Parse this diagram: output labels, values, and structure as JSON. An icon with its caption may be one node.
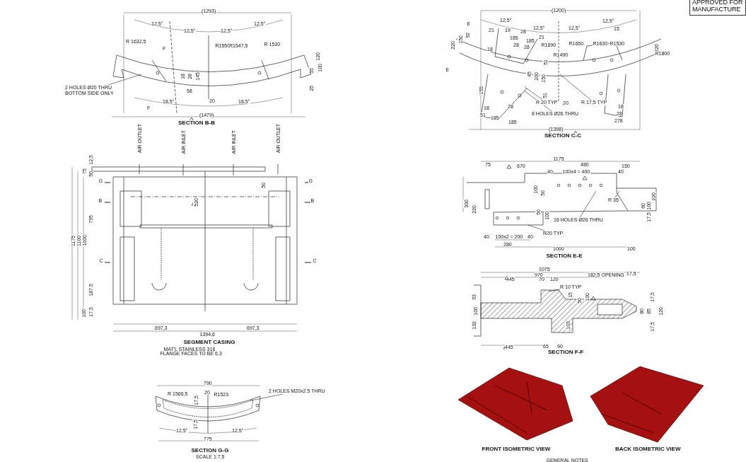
{
  "diagram": {
    "nodes": [
      {
        "text": [
          "2 HOLES Ø20 THRU BOTTOM SIDE ONLY"
        ]
      },
      {
        "text": [
          "8 HOLES Ø26 THRU"
        ]
      },
      {
        "text": [
          "R 20 TYP"
        ]
      },
      {
        "text": [
          "R 17,5 TYP"
        ]
      },
      {
        "text": [
          "16 HOLES Ø26 THRU"
        ]
      },
      {
        "text": [
          "R 35"
        ]
      },
      {
        "text": [
          "R20 TYP"
        ]
      },
      {
        "text": [
          "R 10 TYP"
        ]
      },
      {
        "text": [
          "2 HOLES M20x2.5 THRU"
        ]
      }
    ],
    "edges": [
      {
        "from": 0,
        "to": null,
        "arrow": "none"
      },
      {
        "from": 1,
        "to": null,
        "arrow": "none"
      },
      {
        "from": 2,
        "to": null,
        "arrow": "none"
      },
      {
        "from": 3,
        "to": null,
        "arrow": "none"
      },
      {
        "from": 4,
        "to": null,
        "arrow": "none"
      },
      {
        "from": 5,
        "to": null,
        "arrow": "none"
      },
      {
        "from": 6,
        "to": null,
        "arrow": "none"
      },
      {
        "from": 7,
        "to": null,
        "arrow": "none"
      },
      {
        "from": 8,
        "to": null,
        "arrow": "none"
      }
    ],
    "labels": [
      "APPROVED FOR MANUFACTURE",
      "(1293)",
      "12,5°",
      "12,5°",
      "12,5°",
      "12,5°",
      "R 1632,5",
      "R1550",
      "R1547,5",
      "R 1530",
      "F",
      "F",
      "120",
      "55",
      "100",
      "25",
      "18",
      "28",
      "145",
      "58",
      "18,5°",
      "20",
      "18,5°",
      "(1479)",
      "SECTION B-B",
      "(1200)",
      "12,5°",
      "12,5°",
      "12,5°",
      "12,5°",
      "E",
      "E",
      "21",
      "19",
      "28",
      "185",
      "185",
      "28",
      "28",
      "18",
      "21",
      "R1690",
      "R1490",
      "R1650",
      "R1630",
      "R1530",
      "220",
      "R1800",
      "15",
      "220",
      "150",
      "92",
      "51",
      "45",
      "200",
      "150",
      "51",
      "155",
      "18",
      "28",
      "278",
      "18",
      "28",
      "51",
      "185",
      "185",
      "20",
      "(1398)",
      "SECTION C-C",
      "AIR OUTLET",
      "AIR INLET",
      "AIR INLET",
      "AIR OUTLET",
      "1175",
      "1100",
      "1000",
      "795",
      "187,5",
      "100",
      "17,5",
      "75",
      "50",
      "12,5",
      "G",
      "G",
      "B",
      "B",
      "C",
      "C",
      "50",
      "520",
      "697,3",
      "697,3",
      "1394,6",
      "SEGMENT CASING",
      "MAT'L STAINLESS 316",
      "FLANGE FACES TO BE 6,3",
      "1175",
      "75",
      "670",
      "480",
      "150",
      "40",
      "100x4 = 400",
      "40",
      "100",
      "50",
      "300",
      "220",
      "220",
      "60",
      "100",
      "17,5",
      "50",
      "100",
      "40",
      "100x2 = 200",
      "40",
      "280",
      "1000",
      "100",
      "SECTION E-E",
      "1075",
      "970",
      "182,5 OPENING",
      "17,5",
      "445",
      "70",
      "120",
      "93",
      "15",
      "50",
      "100",
      "100",
      "132",
      "103",
      "17,5",
      "80",
      "85",
      "120",
      "17,5",
      "445",
      "65",
      "90",
      "SECTION F-F",
      "790",
      "R 1566,5",
      "20",
      "R1523",
      "17,5",
      "17,5",
      "12,5°",
      "12,5°",
      "775",
      "SECTION G-G",
      "SCALE 1:7,5",
      "FRONT ISOMETRIC VIEW",
      "BACK ISOMETRIC VIEW",
      "GENERAL NOTES"
    ]
  }
}
